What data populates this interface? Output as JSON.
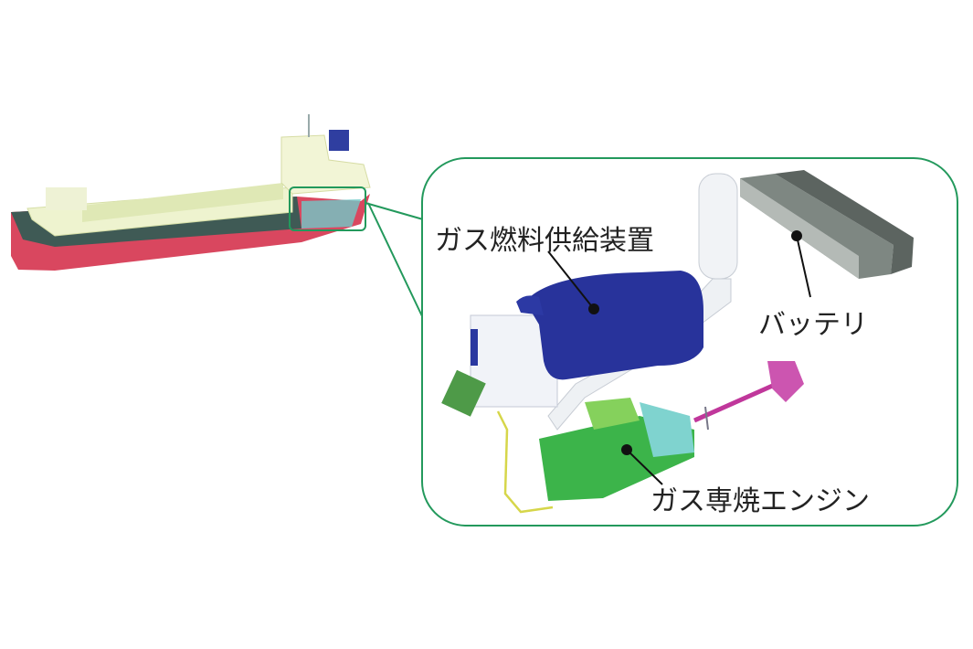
{
  "labels": {
    "gas_fuel_supply": "ガス燃料供給装置",
    "battery": "バッテリ",
    "gas_engine": "ガス専焼エンジン"
  },
  "colors": {
    "callout_border": "#23995c",
    "hull_red": "#d9475f",
    "hull_dark": "#3f5a55",
    "deck": "#eef3cf",
    "tank_blue": "#24309a",
    "engine_green": "#38b84a",
    "battery_gray": "#6f7773",
    "shaft_magenta": "#c0379b"
  }
}
